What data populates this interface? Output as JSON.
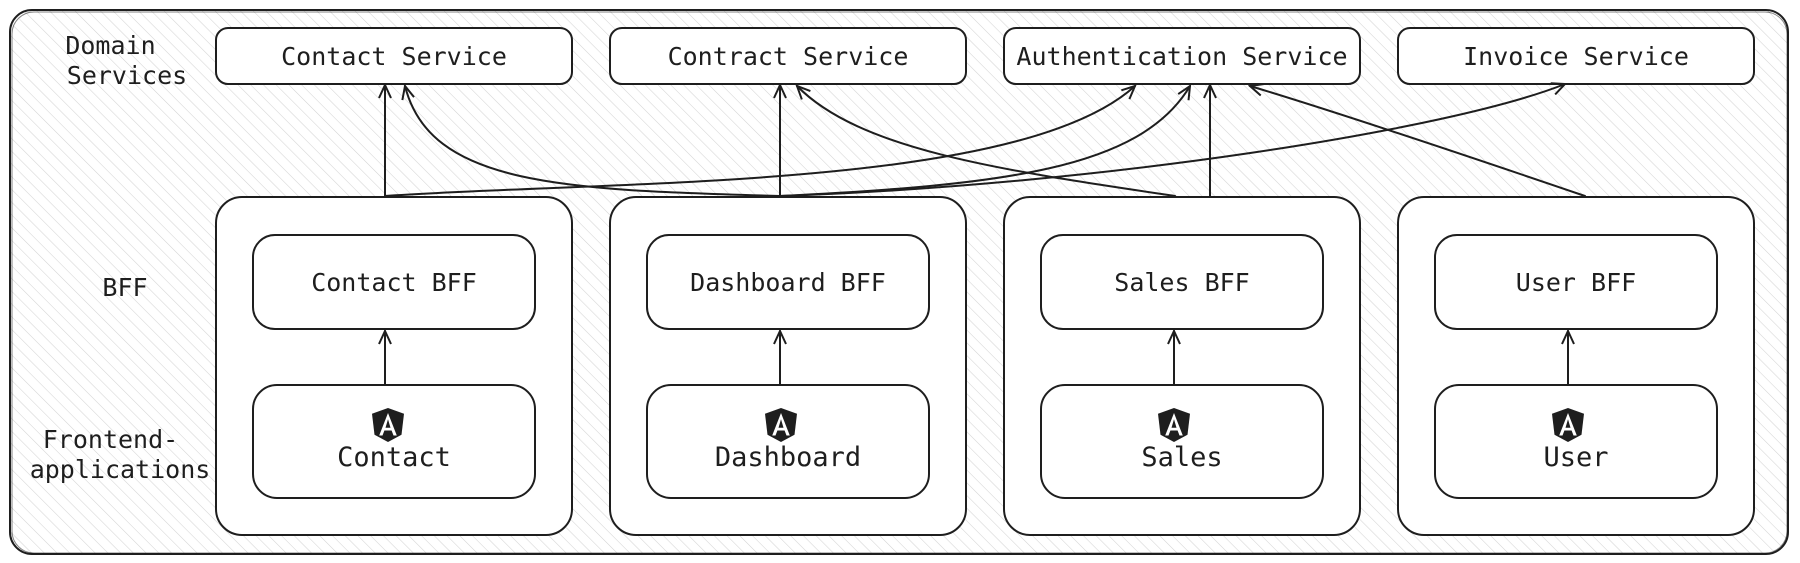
{
  "row_labels": {
    "domain_services": [
      "Domain",
      "Services"
    ],
    "bff": "BFF",
    "frontend": [
      "Frontend-",
      "applications"
    ]
  },
  "services": [
    "Contact Service",
    "Contract Service",
    "Authentication Service",
    "Invoice Service"
  ],
  "groups": [
    {
      "bff": "Contact BFF",
      "app": "Contact",
      "app_icon": "angular-icon"
    },
    {
      "bff": "Dashboard BFF",
      "app": "Dashboard",
      "app_icon": "angular-icon"
    },
    {
      "bff": "Sales BFF",
      "app": "Sales",
      "app_icon": "angular-icon"
    },
    {
      "bff": "User BFF",
      "app": "User",
      "app_icon": "angular-icon"
    }
  ],
  "colors": {
    "stroke": "#1e1e1e",
    "background": "#ffffff",
    "hatch": "#d4d4d4"
  }
}
